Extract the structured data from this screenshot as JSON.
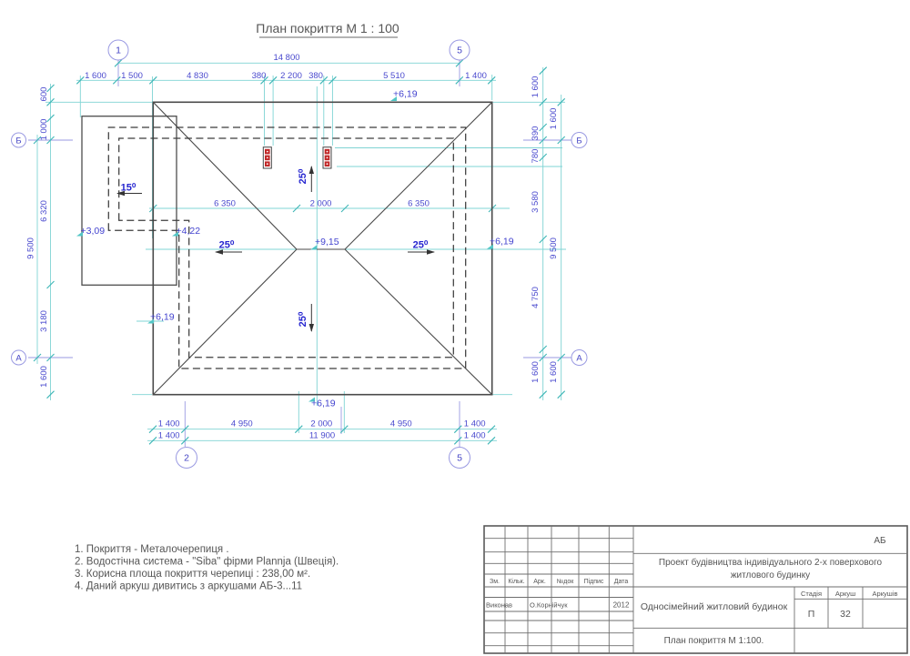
{
  "title": "План покриття  М 1 : 100",
  "axes": {
    "top_left": "1",
    "top_right": "5",
    "bottom_left": "2",
    "bottom_right": "5",
    "row_b": "Б",
    "row_a": "А"
  },
  "dims": {
    "top_total": "14 800",
    "top": [
      "1 600",
      "1 500",
      "4 830",
      "380",
      "2 200",
      "380",
      "5 510",
      "1 400"
    ],
    "left": [
      "600",
      "1 000",
      "6 320",
      "3 180",
      "1 600"
    ],
    "left_total": "9 500",
    "right": [
      "1 600",
      "390",
      "780",
      "3 580",
      "4 750",
      "1 600"
    ],
    "right_outer": [
      "1 600",
      "9 500",
      "1 600"
    ],
    "bottom": [
      "1 400",
      "4 950",
      "2 000",
      "4 950",
      "1 400"
    ],
    "bottom_total": [
      "1 400",
      "11 900",
      "1 400"
    ],
    "ridge": [
      "6 350",
      "2 000",
      "6 350"
    ]
  },
  "levels": {
    "eave": "+6,19",
    "ridge": "+9,15",
    "garage_eave": "+3,09",
    "garage_ridge": "+4,22"
  },
  "slopes": {
    "main": "25⁰",
    "garage": "15⁰"
  },
  "notes": [
    "1. Покриття - Металочерепиця .",
    "2. Водостічна система - \"Siba\" фірми Plannja (Швеція).",
    "3. Корисна площа покриття черепиці : 238,00 м².",
    "4. Даний аркуш дивитись з аркушами АБ-3...11"
  ],
  "titleblock": {
    "code": "АБ",
    "project_line1": "Проект будівництва індивідуального 2-х поверхового",
    "project_line2": "житлового будинку",
    "object": "Односімейний житловий будинок",
    "sheet_title": "План покриття М 1:100.",
    "cols": [
      "Зм.",
      "Кільк.",
      "Арк.",
      "№док",
      "Підпис",
      "Дата"
    ],
    "role": "Виконав",
    "name": "О.Корнійчук",
    "date": "2012",
    "stage_label": "Стадія",
    "sheet_label": "Аркуш",
    "sheets_label": "Аркушів",
    "stage": "П",
    "sheet": "32"
  }
}
